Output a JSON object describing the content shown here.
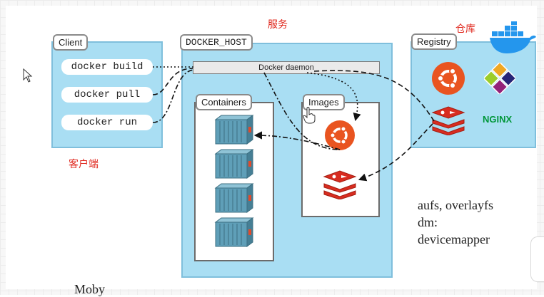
{
  "labels": {
    "service": "服务",
    "client_cn": "客户端",
    "warehouse": "仓库"
  },
  "client": {
    "title": "Client",
    "commands": [
      "docker build",
      "docker pull",
      "docker run"
    ]
  },
  "docker_host": {
    "title": "DOCKER_HOST",
    "daemon": "Docker daemon",
    "containers_title": "Containers",
    "images_title": "Images"
  },
  "registry": {
    "title": "Registry",
    "logos": [
      "ubuntu-logo",
      "centos-logo",
      "redis-logo",
      "nginx-logo"
    ],
    "nginx_text": "NGINX"
  },
  "notes": {
    "line1": "aufs, overlayfs",
    "line2": "dm:",
    "line3": "devicemapper",
    "moby": "Moby"
  },
  "colors": {
    "panel": "#a9def3",
    "accent_red": "#e0281e",
    "ubuntu": "#e95420",
    "redis": "#d82c20",
    "nginx": "#009639",
    "container": "#5f9fb8"
  }
}
